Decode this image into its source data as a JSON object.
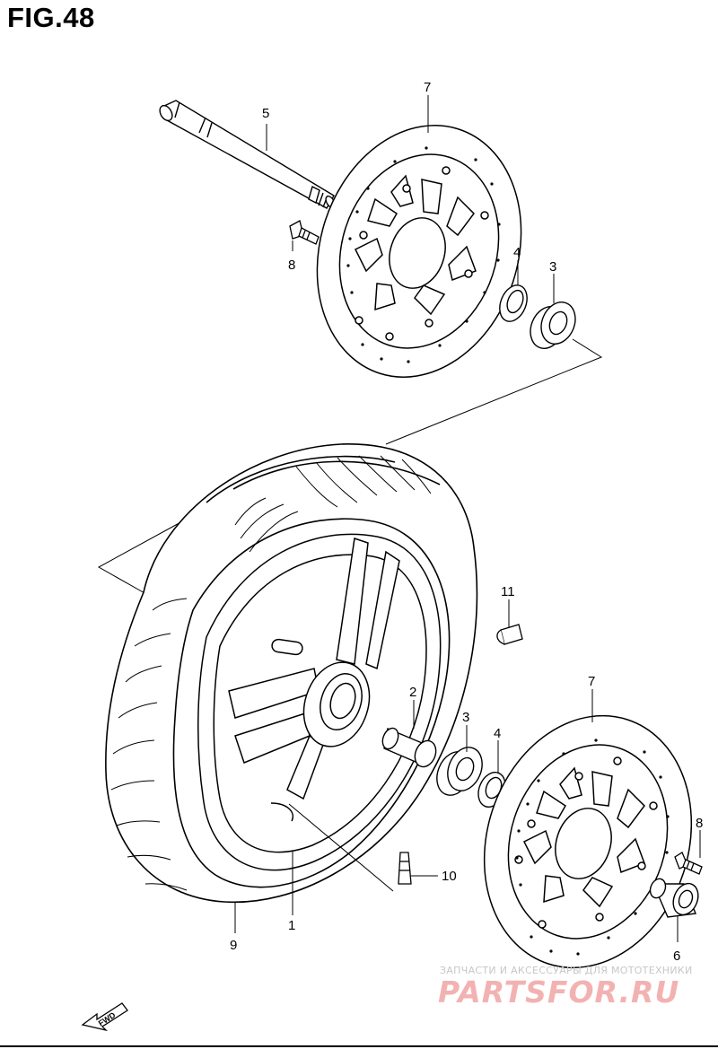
{
  "figure": {
    "title": "FIG.48"
  },
  "callouts": [
    {
      "id": "axle",
      "label": "5"
    },
    {
      "id": "disc-top",
      "label": "7"
    },
    {
      "id": "bolt-top",
      "label": "8"
    },
    {
      "id": "seal-top",
      "label": "4"
    },
    {
      "id": "bearing-top",
      "label": "3"
    },
    {
      "id": "valve-cap",
      "label": "11"
    },
    {
      "id": "spacer",
      "label": "2"
    },
    {
      "id": "bearing-bottom",
      "label": "3"
    },
    {
      "id": "seal-bottom",
      "label": "4"
    },
    {
      "id": "disc-bottom",
      "label": "7"
    },
    {
      "id": "bolt-bottom",
      "label": "8"
    },
    {
      "id": "valve",
      "label": "10"
    },
    {
      "id": "wheel",
      "label": "1"
    },
    {
      "id": "tire",
      "label": "9"
    },
    {
      "id": "collar",
      "label": "6"
    }
  ],
  "direction_marker": {
    "label": "FWD"
  },
  "watermark": {
    "tagline": "ЗАПЧАСТИ И АКСЕССУАРЫ ДЛЯ МОТОТЕХНИКИ",
    "brand": "PARTSFOR.RU"
  }
}
